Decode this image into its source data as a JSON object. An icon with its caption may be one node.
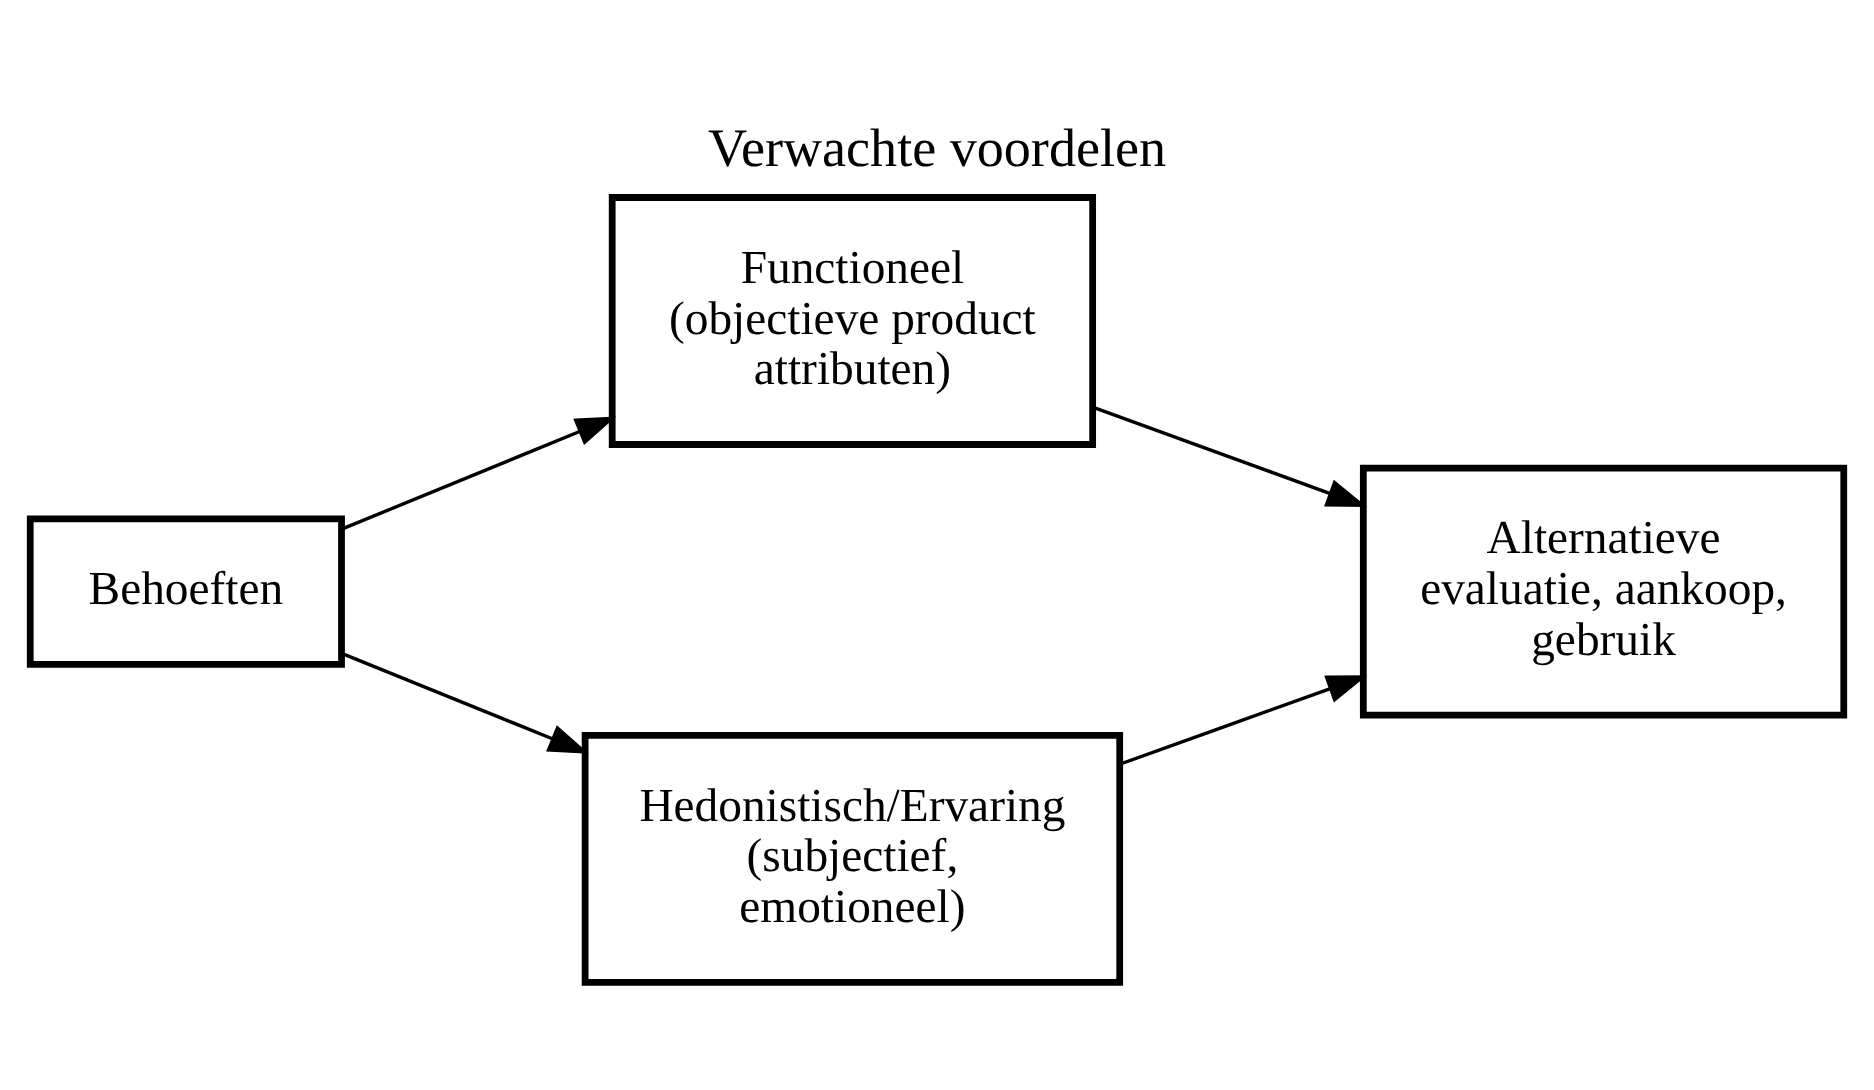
{
  "diagram": {
    "title": "Verwachte voordelen",
    "nodes": [
      {
        "text": [
          "Functioneel (objectieve product attributen)"
        ]
      },
      {
        "text": [
          "Behoeften"
        ]
      },
      {
        "text": [
          "Alternatieve evaluatie, aankoop, gebruik"
        ]
      },
      {
        "text": [
          "Hedonistisch/Ervaring (subjectief, emotioneel)"
        ]
      }
    ],
    "edges": [
      {
        "from": 1,
        "to": 0,
        "arrow": "to"
      },
      {
        "from": 0,
        "to": 2,
        "arrow": "to"
      },
      {
        "from": 1,
        "to": 3,
        "arrow": "to"
      },
      {
        "from": 3,
        "to": 2,
        "arrow": "to"
      }
    ]
  }
}
